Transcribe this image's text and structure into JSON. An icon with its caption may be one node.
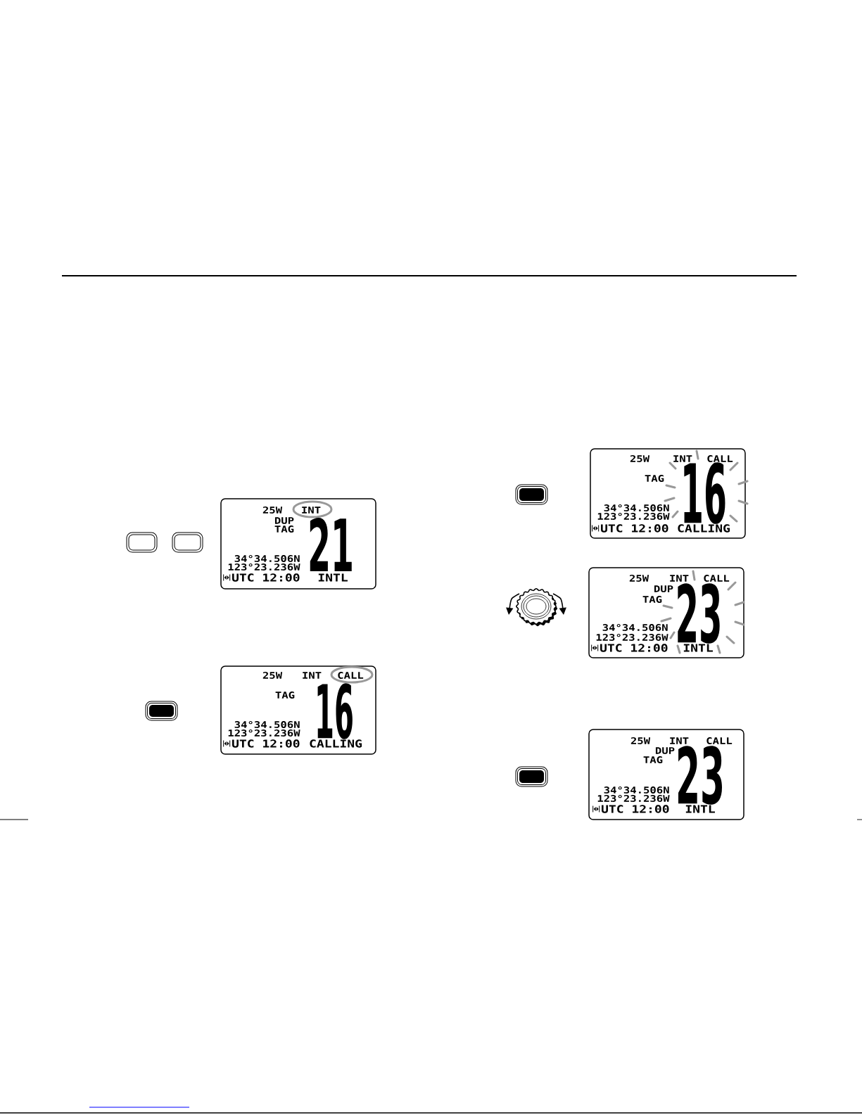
{
  "diagram": {
    "nodes": [
      {
        "text": [
          "25W",
          "INT",
          "DUP",
          "TAG",
          "34°34.506N",
          "123°23.236W",
          "UTC 12:00",
          "21",
          "INTL"
        ]
      },
      {
        "text": [
          "25W",
          "INT",
          "CALL",
          "TAG",
          "34°34.506N",
          "123°23.236W",
          "UTC 12:00",
          "16",
          "CALLING"
        ]
      },
      {
        "text": [
          "25W",
          "INT",
          "CALL",
          "TAG",
          "34°34.506N",
          "123°23.236W",
          "UTC 12:00",
          "16",
          "CALLING"
        ]
      },
      {
        "text": [
          "25W",
          "INT",
          "CALL",
          "DUP",
          "TAG",
          "34°34.506N",
          "123°23.236W",
          "UTC 12:00",
          "23",
          "INTL"
        ]
      },
      {
        "text": [
          "25W",
          "INT",
          "CALL",
          "DUP",
          "TAG",
          "34°34.506N",
          "123°23.236W",
          "UTC 12:00",
          "23",
          "INTL"
        ]
      }
    ]
  }
}
